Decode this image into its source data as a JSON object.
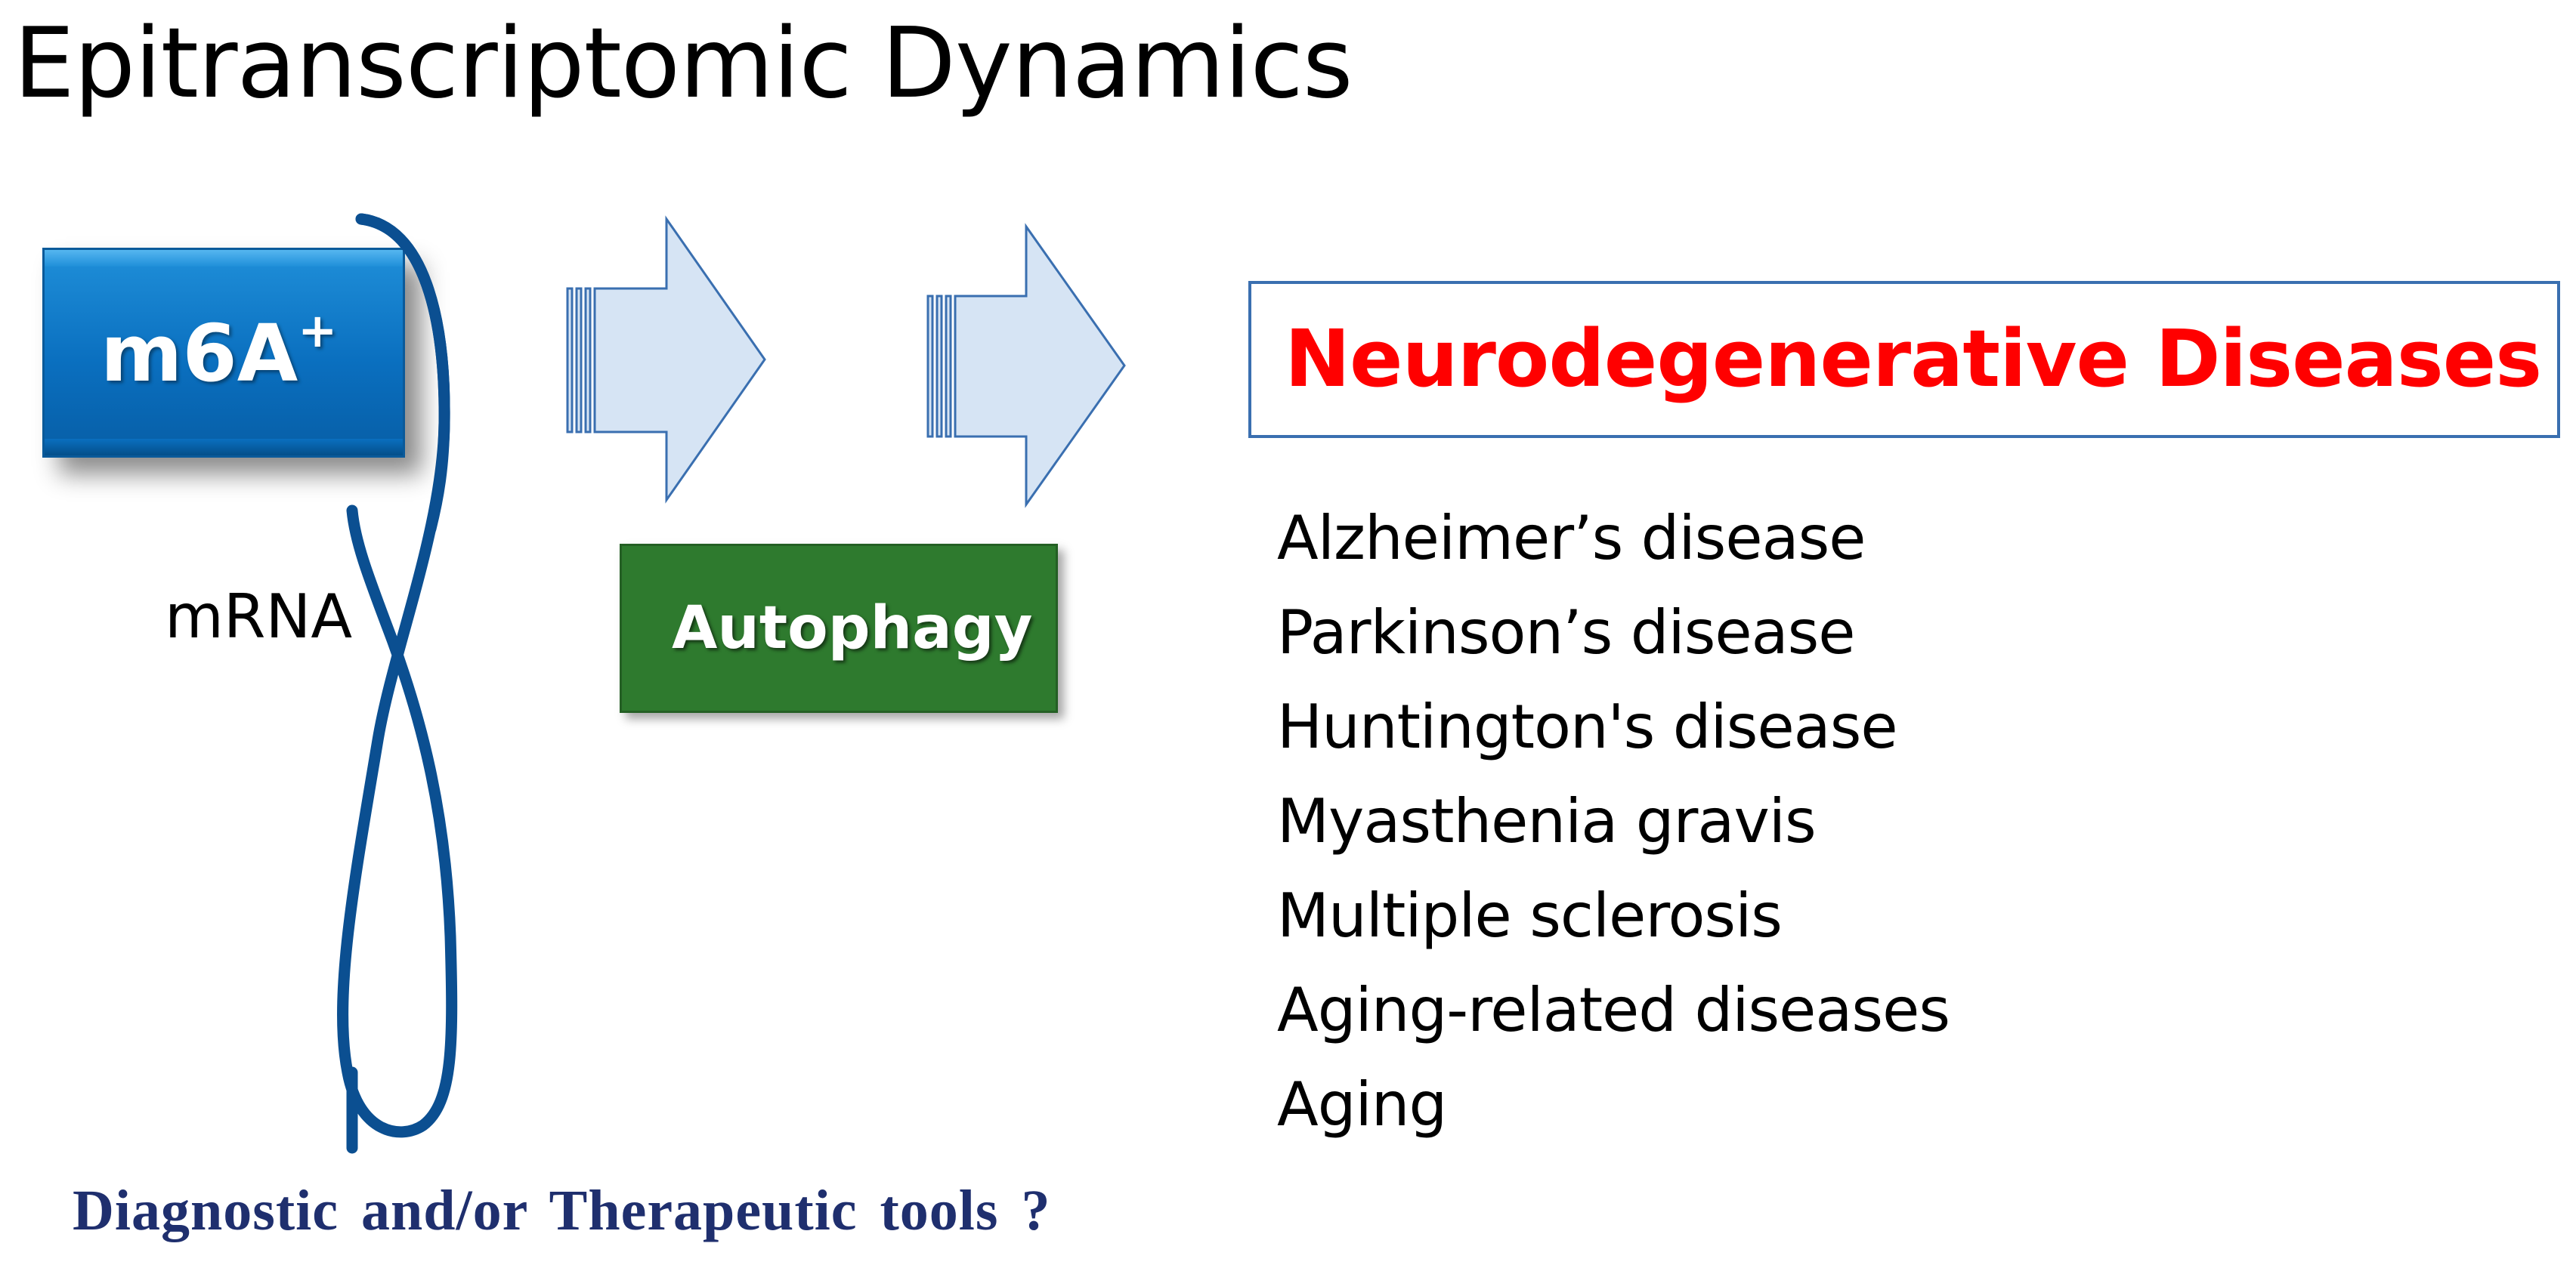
{
  "title": "Epitranscriptomic Dynamics",
  "m6a": {
    "label": "m6A",
    "superscript": "+"
  },
  "mrna_label": "mRNA",
  "autophagy_label": "Autophagy",
  "neuro": {
    "title": "Neurodegenerative Diseases",
    "diseases": [
      "Alzheimer’s disease",
      "Parkinson’s disease",
      "Huntington's disease",
      "Myasthenia gravis",
      "Multiple sclerosis",
      "Aging-related diseases",
      "Aging"
    ]
  },
  "question": "Diagnostic and/or Therapeutic tools ?",
  "colors": {
    "title_text": "#000000",
    "m6a_box": "#0a6fbf",
    "mrna_strand": "#0b4f91",
    "arrow_fill": "#d6e4f4",
    "arrow_stroke": "#3a6fb0",
    "autophagy_box": "#2e7a2e",
    "neuro_title": "#ff0000",
    "neuro_border": "#3a6fb0",
    "question_text": "#1f2f6e"
  }
}
